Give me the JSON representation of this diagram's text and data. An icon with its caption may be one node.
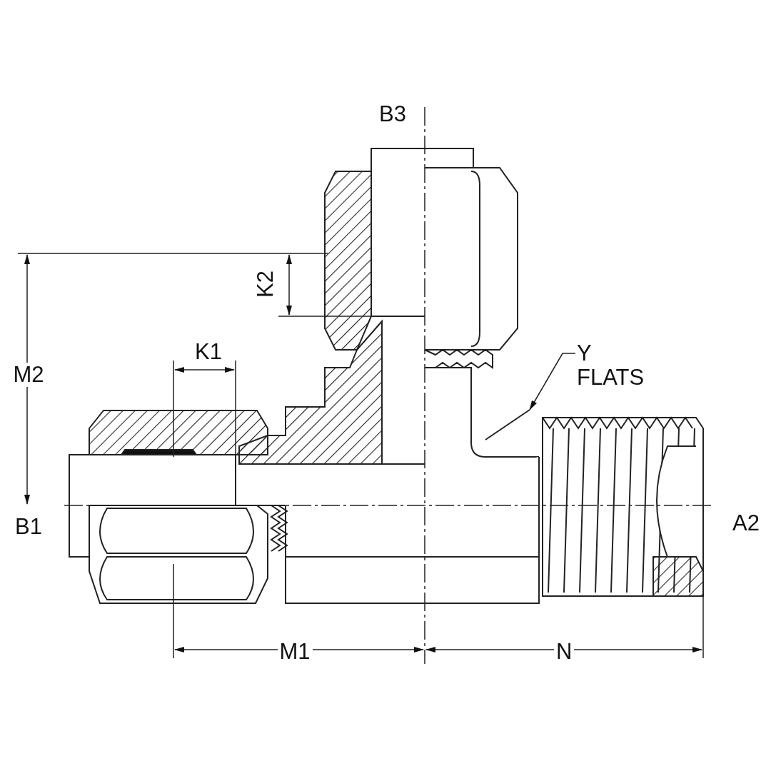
{
  "diagram": {
    "nodes": [
      {
        "text": [
          "Y FLATS"
        ]
      },
      {
        "text": [],
        "shape": "box"
      }
    ],
    "edges": [
      {
        "from": 0,
        "to": 1,
        "arrow": "to"
      }
    ],
    "labels": [
      "B3",
      "K2",
      "M2",
      "K1",
      "B1",
      "A2",
      "M1",
      "N"
    ]
  }
}
